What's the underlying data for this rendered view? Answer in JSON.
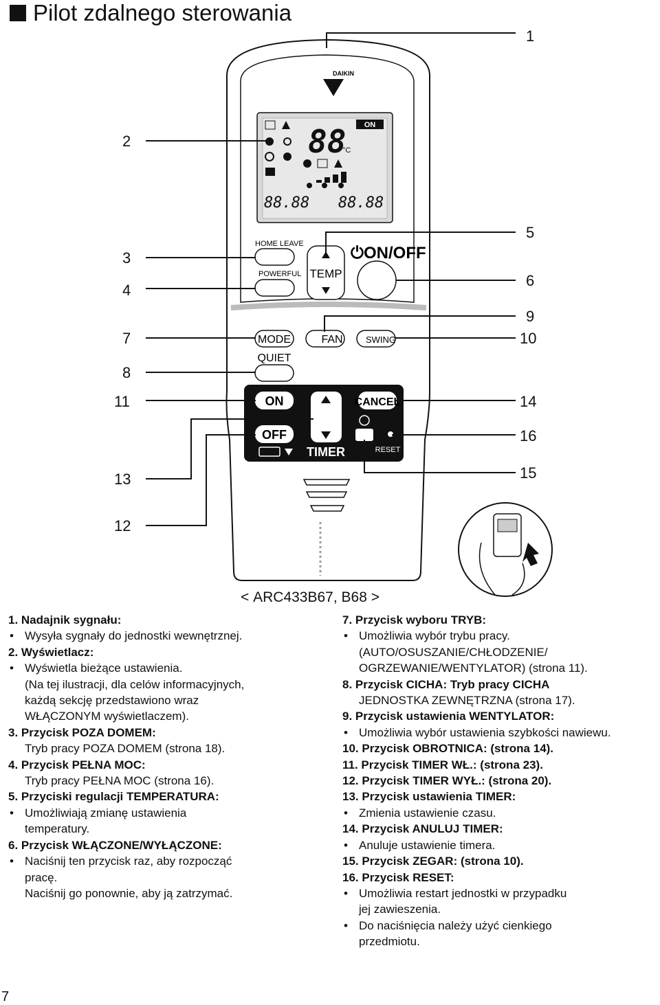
{
  "title": "Pilot zdalnego sterowania",
  "model": "ARC433B67, B68",
  "page_number": "7",
  "callouts": [
    "1",
    "2",
    "3",
    "4",
    "5",
    "6",
    "7",
    "8",
    "9",
    "10",
    "11",
    "12",
    "13",
    "14",
    "15",
    "16"
  ],
  "remote": {
    "brand": "DAIKIN",
    "lcd": {
      "on": "ON",
      "temp_digits": "88",
      "unit": "°C",
      "clock1": "88.88",
      "clock2": "88.88"
    },
    "buttons": {
      "home_leave": "HOME LEAVE",
      "powerful": "POWERFUL",
      "temp": "TEMP",
      "on_off": "ON/OFF",
      "mode": "MODE",
      "fan": "FAN",
      "swing": "SWING",
      "quiet": "QUIET",
      "timer_on": "ON",
      "timer_off": "OFF",
      "cancel": "CANCEL",
      "timer": "TIMER",
      "reset": "RESET"
    }
  },
  "left_items": [
    {
      "h": "1. Nadajnik sygnału:",
      "lines": [
        {
          "t": "Wysyła sygnały do jednostki wewnętrznej.",
          "b": true
        }
      ]
    },
    {
      "h": "2. Wyświetlacz:",
      "lines": [
        {
          "t": "Wyświetla bieżące ustawienia.",
          "b": true
        },
        {
          "t": "(Na tej ilustracji, dla celów informacyjnych,",
          "b": false
        },
        {
          "t": "każdą sekcję przedstawiono wraz",
          "b": false
        },
        {
          "t": "WŁĄCZONYM wyświetlaczem).",
          "b": false
        }
      ]
    },
    {
      "h": "3. Przycisk POZA DOMEM:",
      "lines": [
        {
          "t": "Tryb pracy POZA DOMEM (strona 18).",
          "b": false,
          "flush": true
        }
      ]
    },
    {
      "h": "4. Przycisk PEŁNA MOC:",
      "lines": [
        {
          "t": "Tryb pracy PEŁNA MOC (strona 16).",
          "b": false,
          "flush": true
        }
      ]
    },
    {
      "h": "5. Przyciski regulacji TEMPERATURA:",
      "lines": [
        {
          "t": "Umożliwiają zmianę ustawienia",
          "b": true
        },
        {
          "t": "temperatury.",
          "b": false
        }
      ]
    },
    {
      "h": "6. Przycisk WŁĄCZONE/WYŁĄCZONE:",
      "lines": [
        {
          "t": "Naciśnij ten przycisk raz, aby rozpocząć",
          "b": true
        },
        {
          "t": "pracę.",
          "b": false
        },
        {
          "t": "Naciśnij go ponownie, aby ją zatrzymać.",
          "b": false
        }
      ]
    }
  ],
  "right_items": [
    {
      "h": "7. Przycisk wyboru TRYB:",
      "lines": [
        {
          "t": "Umożliwia wybór trybu pracy.",
          "b": true
        },
        {
          "t": "(AUTO/OSUSZANIE/CHŁODZENIE/",
          "b": false
        },
        {
          "t": "OGRZEWANIE/WENTYLATOR) (strona 11).",
          "b": false
        }
      ]
    },
    {
      "h": "8. Przycisk CICHA: Tryb pracy CICHA",
      "lines": [
        {
          "t": "JEDNOSTKA ZEWNĘTRZNA (strona 17).",
          "b": false
        }
      ]
    },
    {
      "h": "9. Przycisk ustawienia WENTYLATOR:",
      "lines": [
        {
          "t": "Umożliwia wybór ustawienia szybkości nawiewu.",
          "b": true
        }
      ]
    },
    {
      "h": "10. Przycisk OBROTNICA: (strona 14).",
      "lines": []
    },
    {
      "h": "11. Przycisk TIMER WŁ.: (strona 23).",
      "lines": []
    },
    {
      "h": "12. Przycisk TIMER WYŁ.: (strona 20).",
      "lines": []
    },
    {
      "h": "13. Przycisk ustawienia TIMER:",
      "lines": [
        {
          "t": "Zmienia ustawienie czasu.",
          "b": true
        }
      ]
    },
    {
      "h": "14. Przycisk ANULUJ TIMER:",
      "lines": [
        {
          "t": "Anuluje ustawienie timera.",
          "b": true
        }
      ]
    },
    {
      "h": "15. Przycisk ZEGAR: (strona 10).",
      "lines": []
    },
    {
      "h": "16. Przycisk RESET:",
      "lines": [
        {
          "t": "Umożliwia restart jednostki w przypadku",
          "b": true
        },
        {
          "t": "jej zawieszenia.",
          "b": false
        },
        {
          "t": "Do naciśnięcia należy użyć cienkiego",
          "b": true
        },
        {
          "t": "przedmiotu.",
          "b": false
        }
      ]
    }
  ]
}
